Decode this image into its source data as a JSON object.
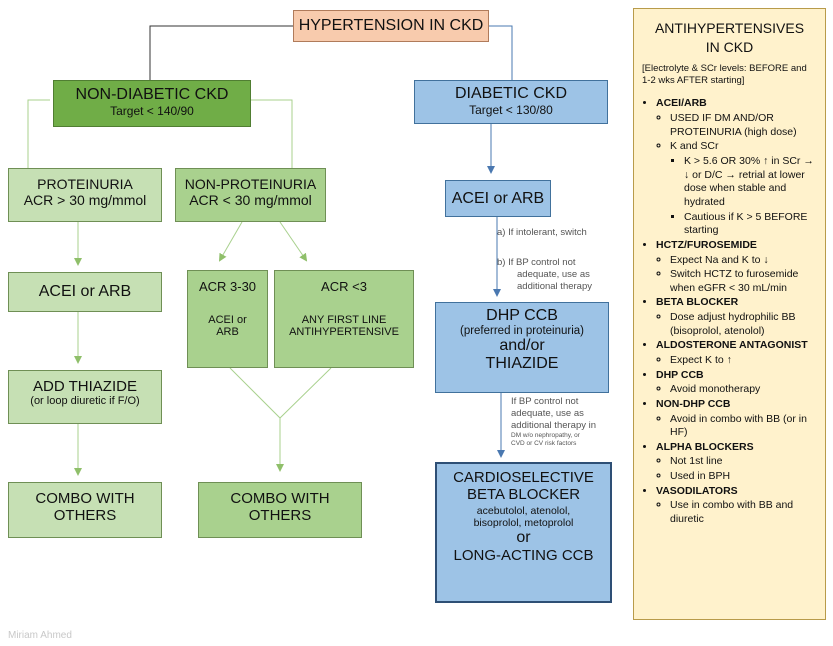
{
  "title": "HYPERTENSION IN CKD",
  "non_diabetic": {
    "title": "NON-DIABETIC CKD",
    "target": "Target < 140/90"
  },
  "diabetic": {
    "title": "DIABETIC CKD",
    "target": "Target < 130/80"
  },
  "proteinuria": {
    "title": "PROTEINURIA",
    "acr": "ACR > 30 mg/mmol"
  },
  "non_proteinuria": {
    "title": "NON-PROTEINURIA",
    "acr": "ACR < 30 mg/mmol"
  },
  "acei_arb_left": "ACEI or ARB",
  "acr_3_30": {
    "title": "ACR 3-30",
    "line1": "ACEI or",
    "line2": "ARB"
  },
  "acr_lt3": {
    "title": "ACR <3",
    "line1": "ANY FIRST LINE",
    "line2": "ANTIHYPERTENSIVE"
  },
  "add_thiazide": {
    "title": "ADD THIAZIDE",
    "sub": "(or loop diuretic if F/O)"
  },
  "combo_left": {
    "line1": "COMBO WITH",
    "line2": "OTHERS"
  },
  "combo_mid": {
    "line1": "COMBO WITH",
    "line2": "OTHERS"
  },
  "acei_arb_right": "ACEI or ARB",
  "note_a": "a)   If intolerant, switch",
  "note_b": {
    "line1": "b)   If BP control not",
    "line2": "adequate, use as",
    "line3": "additional therapy"
  },
  "dhp": {
    "title": "DHP CCB",
    "sub": "(preferred in proteinuria)",
    "and_or": "and/or",
    "thiazide": "THIAZIDE"
  },
  "note_c": {
    "line1": "If BP control not",
    "line2": "adequate, use as",
    "line3": "additional therapy in",
    "line4": "DM w/o nephropathy, or",
    "line5": "CVD or CV risk factors"
  },
  "beta": {
    "line1": "CARDIOSELECTIVE",
    "line2": "BETA BLOCKER",
    "drugs1": "acebutolol, atenolol,",
    "drugs2": "bisoprolol, metoprolol",
    "or": "or",
    "long": "LONG-ACTING CCB"
  },
  "panel": {
    "title1": "ANTIHYPERTENSIVES",
    "title2": "IN CKD",
    "note": "[Electrolyte & SCr levels: BEFORE and 1-2 wks AFTER starting]",
    "acei": "ACEI/ARB",
    "acei_1": "USED IF DM AND/OR PROTEINURIA (high dose)",
    "acei_2": "K and SCr",
    "acei_2a": "K > 5.6 OR 30% ↑ in SCr → ↓ or D/C → retrial at lower dose when stable and hydrated",
    "acei_2b": "Cautious if K > 5 BEFORE starting",
    "hctz": "HCTZ/FUROSEMIDE",
    "hctz_1": "Expect Na and K to ↓",
    "hctz_2": "Switch HCTZ to furosemide when eGFR < 30 mL/min",
    "bb": "BETA BLOCKER",
    "bb_1": "Dose adjust hydrophilic BB (bisoprolol, atenolol)",
    "aldo": "ALDOSTERONE ANTAGONIST",
    "aldo_1": "Expect K to ↑",
    "dhp": "DHP CCB",
    "dhp_1": "Avoid monotherapy",
    "ndhp": "NON-DHP CCB",
    "ndhp_1": "Avoid in combo with BB (or in HF)",
    "alpha": "ALPHA BLOCKERS",
    "alpha_1": "Not 1st line",
    "alpha_2": "Used in BPH",
    "vaso": "VASODILATORS",
    "vaso_1": "Use in combo with BB and diuretic"
  },
  "watermark": "Miriam Ahmed",
  "colors": {
    "pale_green": "#c6e0b4",
    "mid_green": "#a9d18e",
    "dark_green": "#70ad47",
    "blue": "#9dc3e6",
    "peach": "#f8cbad",
    "panel": "#fff2cc"
  }
}
